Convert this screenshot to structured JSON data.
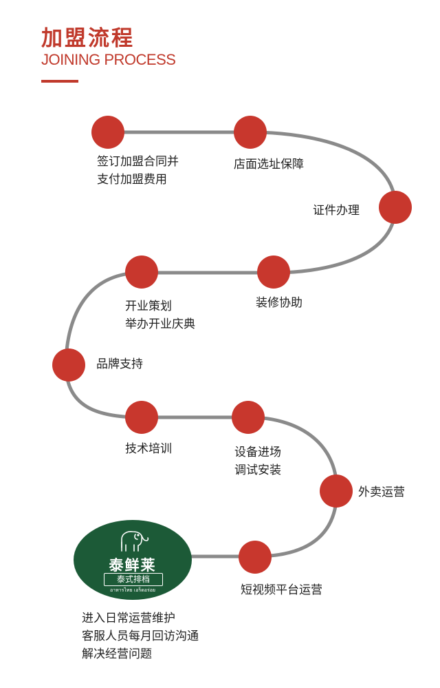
{
  "header": {
    "title_cn": "加盟流程",
    "title_en": "JOINING PROCESS"
  },
  "steps": [
    {
      "lines": [
        "签订加盟合同并",
        "支付加盟费用"
      ]
    },
    {
      "lines": [
        "店面选址保障"
      ]
    },
    {
      "lines": [
        "证件办理"
      ]
    },
    {
      "lines": [
        "装修协助"
      ]
    },
    {
      "lines": [
        "开业策划",
        "举办开业庆典"
      ]
    },
    {
      "lines": [
        "品牌支持"
      ]
    },
    {
      "lines": [
        "技术培训"
      ]
    },
    {
      "lines": [
        "设备进场",
        "调试安装"
      ]
    },
    {
      "lines": [
        "外卖运营"
      ]
    },
    {
      "lines": [
        "短视频平台运营"
      ]
    }
  ],
  "final_step": {
    "lines": [
      "进入日常运营维护",
      "客服人员每月回访沟通",
      "解决经营问题"
    ]
  },
  "logo": {
    "name": "泰鲜莱",
    "subtitle": "泰式排档",
    "thai": "อาหารไทย เอร็ดอร่อย"
  },
  "colors": {
    "accent": "#c0392b",
    "dot": "#c8372d",
    "path": "#8a8a8a",
    "logo_bg": "#1c5a37"
  }
}
